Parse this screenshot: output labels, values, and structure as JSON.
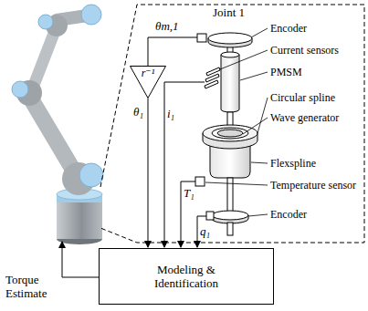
{
  "diagram": {
    "nodes": [
      {
        "text": [
          "r⁻¹"
        ]
      },
      {
        "text": [
          "Modeling & Identification"
        ]
      }
    ],
    "edges": [
      {
        "from": 0,
        "to": 1,
        "arrow": "to"
      }
    ],
    "labels": [
      "Joint 1",
      "Encoder",
      "θm,1",
      "Current sensors",
      "PMSM",
      "Circular spline",
      "Wave generator",
      "Flexspline",
      "Temperature sensor",
      "Encoder",
      "θ₁",
      "i₁",
      "T₁",
      "q₁",
      "Torque Estimate"
    ]
  }
}
